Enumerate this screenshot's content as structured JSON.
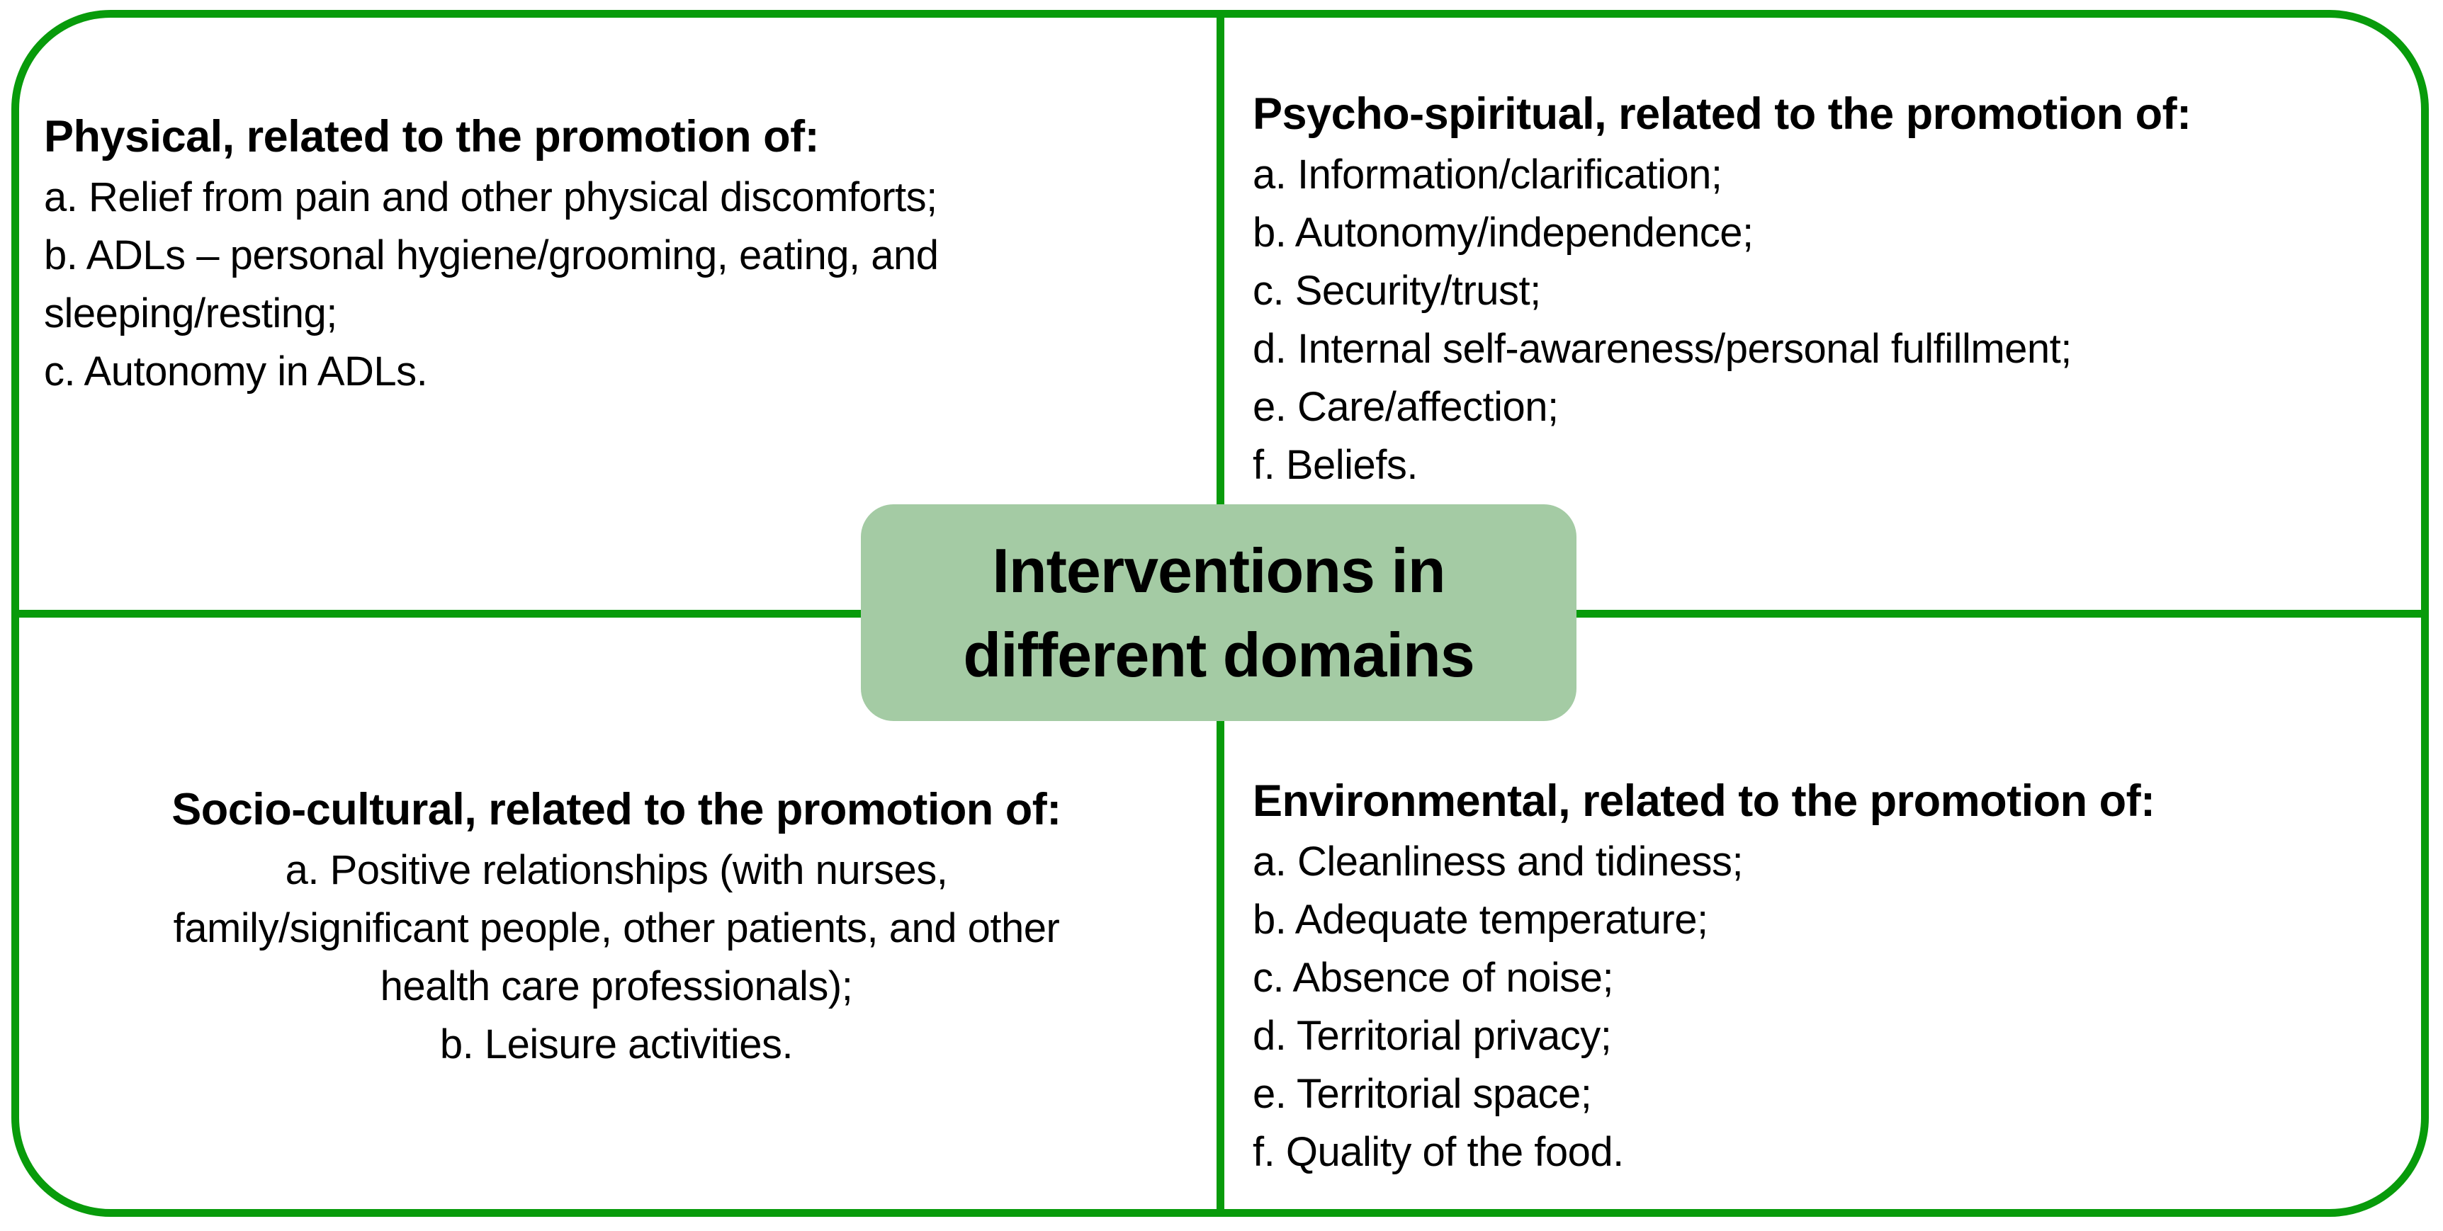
{
  "diagram": {
    "colors": {
      "line_green": "#089b0b",
      "box_fill": "#a4cba4",
      "text": "#000000",
      "background": "#ffffff"
    },
    "title_lines": [
      "Interventions in",
      "different domains"
    ],
    "quadrants": [
      {
        "id": "physical",
        "heading": "Physical, related to the promotion of:",
        "lines": [
          "a. Relief from pain and other physical discomforts;",
          "b. ADLs – personal hygiene/grooming, eating, and",
          "sleeping/resting;",
          "c. Autonomy in ADLs."
        ]
      },
      {
        "id": "psycho-spiritual",
        "heading": "Psycho-spiritual, related to the promotion of:",
        "lines": [
          "a. Information/clarification;",
          "b. Autonomy/independence;",
          "c. Security/trust;",
          "d. Internal self-awareness/personal fulfillment;",
          "e. Care/affection;",
          "f. Beliefs."
        ]
      },
      {
        "id": "socio-cultural",
        "heading": "Socio-cultural, related to the promotion of:",
        "lines": [
          "a. Positive relationships (with nurses,",
          "family/significant people, other patients, and other",
          "health care professionals);",
          "b. Leisure activities."
        ]
      },
      {
        "id": "environmental",
        "heading": "Environmental, related to the promotion of:",
        "lines": [
          "a. Cleanliness and tidiness;",
          "b. Adequate temperature;",
          "c. Absence of noise;",
          "d. Territorial privacy;",
          "e. Territorial space;",
          "f. Quality of the food."
        ]
      }
    ]
  }
}
